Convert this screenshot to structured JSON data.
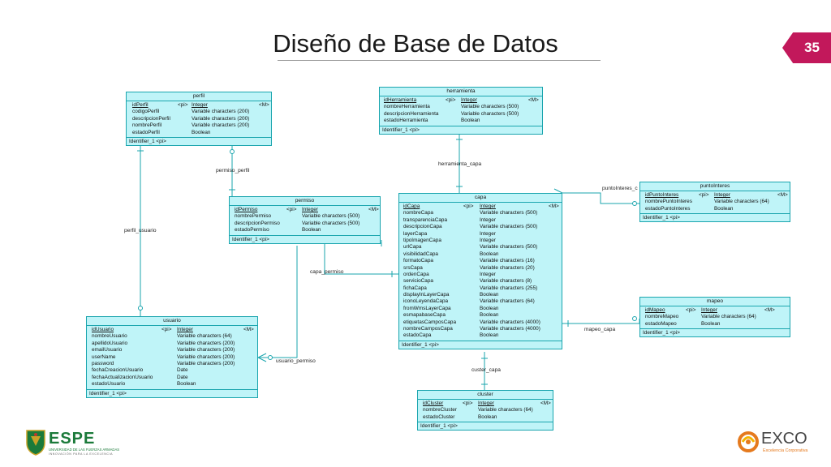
{
  "slide": {
    "title": "Diseño de Base de Datos",
    "page_number": "35",
    "accent_color": "#c2185b"
  },
  "diagram": {
    "line_color": "#1aa5ae",
    "entity_fill": "#bff4f8",
    "entities": {
      "perfil": {
        "name": "perfil",
        "attributes": [
          {
            "name": "idPerfil",
            "key": "<pi>",
            "type": "Integer",
            "flag": "<M>"
          },
          {
            "name": "codigoPerfil",
            "key": "",
            "type": "Variable characters (200)",
            "flag": ""
          },
          {
            "name": "descripcionPerfil",
            "key": "",
            "type": "Variable characters (200)",
            "flag": ""
          },
          {
            "name": "nombrePerfil",
            "key": "",
            "type": "Variable characters (200)",
            "flag": ""
          },
          {
            "name": "estadoPerfil",
            "key": "",
            "type": "Boolean",
            "flag": ""
          }
        ],
        "identifier": "Identifier_1   <pi>"
      },
      "herramienta": {
        "name": "herramienta",
        "attributes": [
          {
            "name": "idHerramienta",
            "key": "<pi>",
            "type": "Integer",
            "flag": "<M>"
          },
          {
            "name": "nombreHerramienta",
            "key": "",
            "type": "Variable characters (500)",
            "flag": ""
          },
          {
            "name": "descripcionHerramienta",
            "key": "",
            "type": "Variable characters (500)",
            "flag": ""
          },
          {
            "name": "estadoHerramienta",
            "key": "",
            "type": "Boolean",
            "flag": ""
          }
        ],
        "identifier": "Identifier_1   <pi>"
      },
      "puntoInteres": {
        "name": "puntoInteres",
        "attributes": [
          {
            "name": "idPuntoInteres",
            "key": "<pi>",
            "type": "Integer",
            "flag": "<M>"
          },
          {
            "name": "nombrePuntoInteres",
            "key": "",
            "type": "Variable characters (64)",
            "flag": ""
          },
          {
            "name": "estadoPuntoInteres",
            "key": "",
            "type": "Boolean",
            "flag": ""
          }
        ],
        "identifier": "Identifier_1   <pi>"
      },
      "permiso": {
        "name": "permiso",
        "attributes": [
          {
            "name": "idPermiso",
            "key": "<pi>",
            "type": "Integer",
            "flag": "<M>"
          },
          {
            "name": "nombrePermiso",
            "key": "",
            "type": "Variable characters (500)",
            "flag": ""
          },
          {
            "name": "descripcionPermiso",
            "key": "",
            "type": "Variable characters (500)",
            "flag": ""
          },
          {
            "name": "estadoPermiso",
            "key": "",
            "type": "Boolean",
            "flag": ""
          }
        ],
        "identifier": "Identifier_1   <pi>"
      },
      "capa": {
        "name": "capa",
        "attributes": [
          {
            "name": "idCapa",
            "key": "<pi>",
            "type": "Integer",
            "flag": "<M>"
          },
          {
            "name": "nombreCapa",
            "key": "",
            "type": "Variable characters (500)",
            "flag": ""
          },
          {
            "name": "transparenciaCapa",
            "key": "",
            "type": "Integer",
            "flag": ""
          },
          {
            "name": "descripcionCapa",
            "key": "",
            "type": "Variable characters (500)",
            "flag": ""
          },
          {
            "name": "layerCapa",
            "key": "",
            "type": "Integer",
            "flag": ""
          },
          {
            "name": "tipoImagenCapa",
            "key": "",
            "type": "Integer",
            "flag": ""
          },
          {
            "name": "urlCapa",
            "key": "",
            "type": "Variable characters (500)",
            "flag": ""
          },
          {
            "name": "visibilidadCapa",
            "key": "",
            "type": "Boolean",
            "flag": ""
          },
          {
            "name": "formatoCapa",
            "key": "",
            "type": "Variable characters (16)",
            "flag": ""
          },
          {
            "name": "srsCapa",
            "key": "",
            "type": "Variable characters (20)",
            "flag": ""
          },
          {
            "name": "ordenCapa",
            "key": "",
            "type": "Integer",
            "flag": ""
          },
          {
            "name": "servicioCapa",
            "key": "",
            "type": "Variable characters (8)",
            "flag": ""
          },
          {
            "name": "fichaCapa",
            "key": "",
            "type": "Variable characters (255)",
            "flag": ""
          },
          {
            "name": "displayInLayerCapa",
            "key": "",
            "type": "Boolean",
            "flag": ""
          },
          {
            "name": "iconoLeyendaCapa",
            "key": "",
            "type": "Variable characters (64)",
            "flag": ""
          },
          {
            "name": "fromWmsLayerCapa",
            "key": "",
            "type": "Boolean",
            "flag": ""
          },
          {
            "name": "esmapabaseCapa",
            "key": "",
            "type": "Boolean",
            "flag": ""
          },
          {
            "name": "etiquetasCamposCapa",
            "key": "",
            "type": "Variable characters (4000)",
            "flag": ""
          },
          {
            "name": "nombreCamposCapa",
            "key": "",
            "type": "Variable characters (4000)",
            "flag": ""
          },
          {
            "name": "estadoCapa",
            "key": "",
            "type": "Boolean",
            "flag": ""
          }
        ],
        "identifier": "Identifier_1   <pi>"
      },
      "mapeo": {
        "name": "mapeo",
        "attributes": [
          {
            "name": "idMapeo",
            "key": "<pi>",
            "type": "Integer",
            "flag": "<M>"
          },
          {
            "name": "nombreMapeo",
            "key": "",
            "type": "Variable characters (64)",
            "flag": ""
          },
          {
            "name": "estadoMapeo",
            "key": "",
            "type": "Boolean",
            "flag": ""
          }
        ],
        "identifier": "Identifier_1   <pi>"
      },
      "usuario": {
        "name": "usuario",
        "attributes": [
          {
            "name": "idUsuario",
            "key": "<pi>",
            "type": "Integer",
            "flag": "<M>"
          },
          {
            "name": "nombreUsuario",
            "key": "",
            "type": "Variable characters (64)",
            "flag": ""
          },
          {
            "name": "apellidoUsuario",
            "key": "",
            "type": "Variable characters (200)",
            "flag": ""
          },
          {
            "name": "emailUsuario",
            "key": "",
            "type": "Variable characters (200)",
            "flag": ""
          },
          {
            "name": "userName",
            "key": "",
            "type": "Variable characters (200)",
            "flag": ""
          },
          {
            "name": "password",
            "key": "",
            "type": "Variable characters (200)",
            "flag": ""
          },
          {
            "name": "fechaCreacionUsuario",
            "key": "",
            "type": "Date",
            "flag": ""
          },
          {
            "name": "fechaActualizacionUsuario",
            "key": "",
            "type": "Date",
            "flag": ""
          },
          {
            "name": "estadoUsuario",
            "key": "",
            "type": "Boolean",
            "flag": ""
          }
        ],
        "identifier": "Identifier_1   <pi>"
      },
      "cluster": {
        "name": "cluster",
        "attributes": [
          {
            "name": "idCluster",
            "key": "<pi>",
            "type": "Integer",
            "flag": "<M>"
          },
          {
            "name": "nombreCluster",
            "key": "",
            "type": "Variable characters (64)",
            "flag": ""
          },
          {
            "name": "estadoCluster",
            "key": "",
            "type": "Boolean",
            "flag": ""
          }
        ],
        "identifier": "Identifier_1   <pi>"
      }
    },
    "relationships": {
      "permiso_perfil": "permiso_perfil",
      "herramienta_capa": "herramienta_capa",
      "puntoInteres_capa": "puntoInteres_c",
      "perfil_usuario": "perfil_usuario",
      "capa_permiso": "capa_permiso",
      "mapeo_capa": "mapeo_capa",
      "usuario_permiso": "usuario_permiso",
      "custer_capa": "custer_capa"
    }
  },
  "footer": {
    "espe_logo": {
      "name": "ESPE",
      "subtitle": "UNIVERSIDAD DE LAS FUERZAS ARMADAS",
      "tagline": "INNOVACIÓN PARA LA EXCELENCIA"
    },
    "exco_logo": {
      "name": "EXCO",
      "subtitle": "Excelencia Corporativa"
    }
  }
}
